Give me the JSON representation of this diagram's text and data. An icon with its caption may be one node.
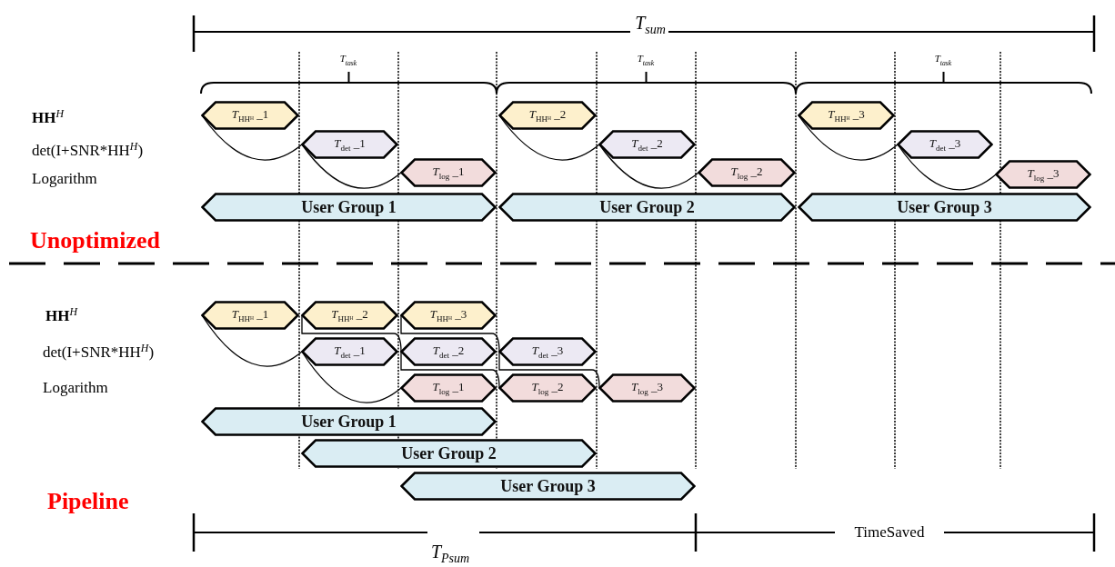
{
  "diagram": {
    "nodes": [
      {
        "text": [
          "*T*$_{HHᴴ}$ _1"
        ]
      },
      {
        "text": [
          "*T*$_{HHᴴ}$ _2"
        ]
      },
      {
        "text": [
          "*T*$_{HHᴴ}$ _3"
        ]
      },
      {
        "text": [
          "*T*$_{det}$ _1"
        ]
      },
      {
        "text": [
          "*T*$_{det}$ _2"
        ]
      },
      {
        "text": [
          "*T*$_{det}$ _3"
        ]
      },
      {
        "text": [
          "*T*$_{log}$ _1"
        ]
      },
      {
        "text": [
          "*T*$_{log}$ _2"
        ]
      },
      {
        "text": [
          "*T*$_{log}$ _3"
        ]
      },
      {
        "text": [
          "User Group 1"
        ]
      },
      {
        "text": [
          "User Group 2"
        ]
      },
      {
        "text": [
          "User Group 3"
        ]
      },
      {
        "text": [
          "*T*$_{HHᴴ}$ _1"
        ]
      },
      {
        "text": [
          "*T*$_{HHᴴ}$ _2"
        ]
      },
      {
        "text": [
          "*T*$_{HHᴴ}$ _3"
        ]
      },
      {
        "text": [
          "*T*$_{det}$ _1"
        ]
      },
      {
        "text": [
          "*T*$_{det}$ _2"
        ]
      },
      {
        "text": [
          "*T*$_{det}$ _3"
        ]
      },
      {
        "text": [
          "*T*$_{log}$ _1"
        ]
      },
      {
        "text": [
          "*T*$_{log}$ _2"
        ]
      },
      {
        "text": [
          "*T*$_{log}$ _3"
        ]
      },
      {
        "text": [
          "User Group 1"
        ]
      },
      {
        "text": [
          "User Group 2"
        ]
      },
      {
        "text": [
          "User Group 3"
        ]
      }
    ],
    "edges": [
      {
        "from": 0,
        "to": 3,
        "arrow": "none"
      },
      {
        "from": 3,
        "to": 6,
        "arrow": "none"
      },
      {
        "from": 1,
        "to": 4,
        "arrow": "none"
      },
      {
        "from": 4,
        "to": 7,
        "arrow": "none"
      },
      {
        "from": 2,
        "to": 5,
        "arrow": "none"
      },
      {
        "from": 5,
        "to": 8,
        "arrow": "none"
      },
      {
        "from": 12,
        "to": 15,
        "arrow": "none"
      },
      {
        "from": 15,
        "to": 18,
        "arrow": "none"
      },
      {
        "from": 13,
        "to": 16,
        "arrow": "none"
      },
      {
        "from": 16,
        "to": 19,
        "arrow": "none"
      },
      {
        "from": 14,
        "to": 17,
        "arrow": "none"
      },
      {
        "from": 17,
        "to": 20,
        "arrow": "none"
      }
    ],
    "labels": [
      "*T*$_{sum}$",
      "*T*$_{task}$",
      "*T*$_{task}$",
      "*T*$_{task}$",
      "**HH**$^{H}$",
      "det(I+SNR*HH$^{H}$)",
      "Logarithm",
      "Unoptimized",
      "**HH**$^{H}$",
      "det(I+SNR*HH$^{H}$)",
      "Logarithm",
      "Pipeline",
      "*T*$_{Psum}$",
      "TimeSaved"
    ]
  }
}
